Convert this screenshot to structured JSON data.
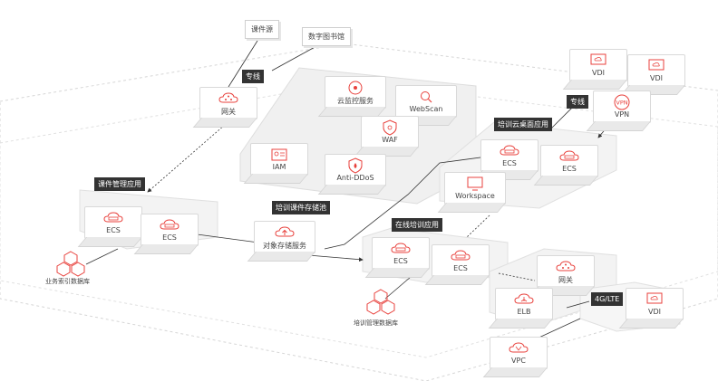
{
  "sources": {
    "course_source": "课件源",
    "digital_library": "数字图书馆"
  },
  "tags": {
    "line1": "专线",
    "line2": "专线",
    "course_app": "课件管理应用",
    "storage_pool": "培训课件存储池",
    "cloud_desktop_app": "培训云桌面应用",
    "online_training_app": "在线培训应用",
    "lte": "4G/LTE"
  },
  "nodes": {
    "gateway_top": "网关",
    "ecs_left_1": "ECS",
    "ecs_left_2": "ECS",
    "cloud_monitor": "云监控服务",
    "webscan": "WebScan",
    "waf": "WAF",
    "iam": "IAM",
    "anti_ddos": "Anti-DDoS",
    "object_storage": "对象存储服务",
    "ecs_desk_1": "ECS",
    "ecs_desk_2": "ECS",
    "workspace": "Workspace",
    "vdi_1": "VDI",
    "vdi_2": "VDI",
    "vpn": "VPN",
    "ecs_online_1": "ECS",
    "ecs_online_2": "ECS",
    "gateway_right": "网关",
    "elb": "ELB",
    "vdi_3": "VDI",
    "vpc": "VPC"
  },
  "databases": {
    "business_db": "业务索引数据库",
    "training_db": "培训管理数据库"
  },
  "colors": {
    "accent": "#e8413c",
    "line": "#333333",
    "dashed": "#cfcfcf"
  }
}
